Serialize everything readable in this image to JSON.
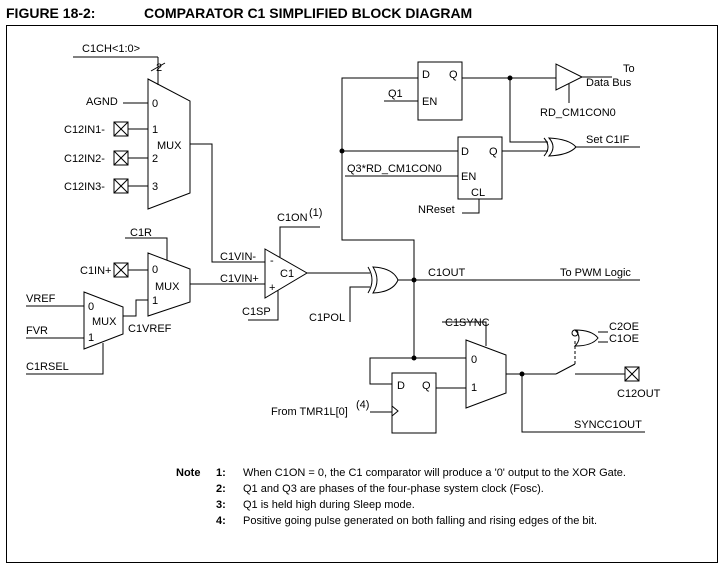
{
  "figure": {
    "number": "FIGURE 18-2:",
    "title": "COMPARATOR C1 SIMPLIFIED BLOCK DIAGRAM"
  },
  "labels": {
    "c1ch": "C1CH<1:0>",
    "bus_width": "2",
    "agnd": "AGND",
    "c12in1": "C12IN1-",
    "c12in2": "C12IN2-",
    "c12in3": "C12IN3-",
    "mux": "MUX",
    "sel0": "0",
    "sel1": "1",
    "sel2": "2",
    "sel3": "3",
    "c1r": "C1R",
    "c1in_plus": "C1IN+",
    "vref": "VREF",
    "fvr": "FVR",
    "c1vref": "C1VREF",
    "c1rsel": "C1RSEL",
    "c1vin_minus": "C1VIN-",
    "c1vin_plus": "C1VIN+",
    "c1on": "C1ON",
    "c1on_note": "(1)",
    "c1": "C1",
    "minus": "-",
    "plus": "+",
    "c1sp": "C1SP",
    "c1pol": "C1POL",
    "c1out": "C1OUT",
    "to_pwm": "To PWM Logic",
    "d": "D",
    "q": "Q",
    "en": "EN",
    "cl": "CL",
    "q1": "Q1",
    "to": "To",
    "data_bus": "Data Bus",
    "rd_cm1con0": "RD_CM1CON0",
    "q3_rd": "Q3*RD_CM1CON0",
    "set_c1if": "Set C1IF",
    "nreset": "NReset",
    "c1sync": "C1SYNC",
    "from_tmr": "From TMR1L[0]",
    "from_tmr_note": "(4)",
    "c2oe": "C2OE",
    "c1oe": "C1OE",
    "c12out": "C12OUT",
    "syncc1out": "SYNCC1OUT"
  },
  "notes": {
    "heading": "Note",
    "items": [
      {
        "num": "1:",
        "text": "When C1ON = 0, the C1 comparator will produce a '0' output to the XOR Gate."
      },
      {
        "num": "2:",
        "text": "Q1 and Q3 are phases of the four-phase system clock (Fosc)."
      },
      {
        "num": "3:",
        "text": "Q1 is held high during Sleep mode."
      },
      {
        "num": "4:",
        "text": "Positive going pulse generated on both falling and rising edges of the bit."
      }
    ]
  }
}
